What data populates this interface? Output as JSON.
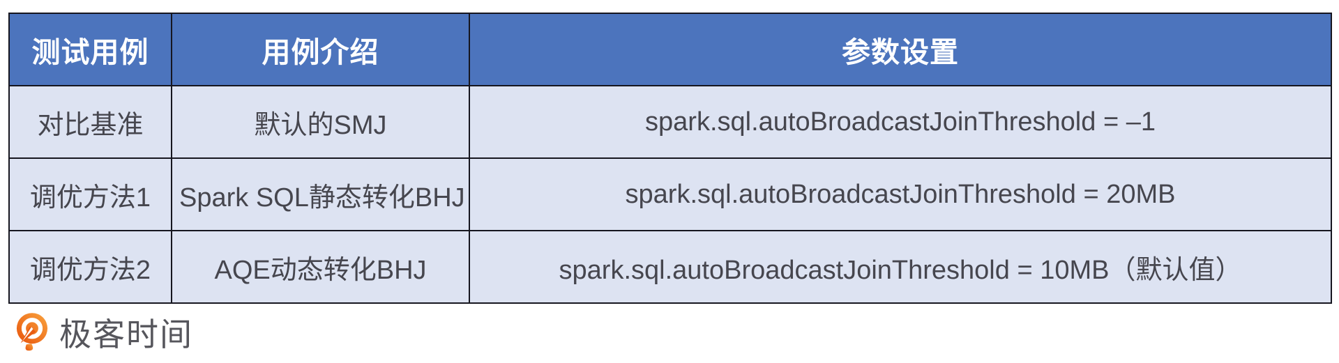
{
  "table": {
    "columns": [
      "测试用例",
      "用例介绍",
      "参数设置"
    ],
    "rows": [
      {
        "case": "对比基准",
        "desc": "默认的SMJ",
        "param": "spark.sql.autoBroadcastJoinThreshold = –1"
      },
      {
        "case": "调优方法1",
        "desc": "Spark SQL静态转化BHJ",
        "param": "spark.sql.autoBroadcastJoinThreshold = 20MB"
      },
      {
        "case": "调优方法2",
        "desc": "AQE动态转化BHJ",
        "param": "spark.sql.autoBroadcastJoinThreshold = 10MB（默认值）"
      }
    ]
  },
  "branding": {
    "logo_text": "极客时间"
  },
  "colors": {
    "header_bg": "#4C74BD",
    "header_text": "#FFFFFF",
    "row_bg": "#DDE3F2",
    "body_text": "#46464E",
    "border": "#16161F",
    "logo_orange_light": "#F9A33E",
    "logo_orange_dark": "#E8540C",
    "logo_text_color": "#56565C"
  }
}
